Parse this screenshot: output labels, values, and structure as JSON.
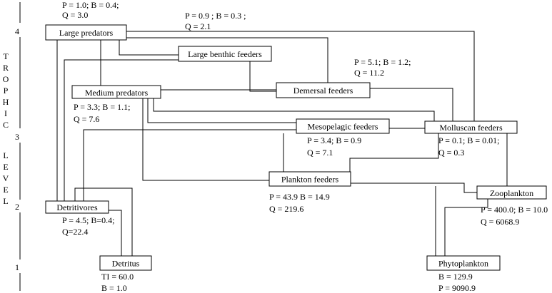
{
  "axis": {
    "title_letters": [
      "T",
      "R",
      "O",
      "P",
      "H",
      "I",
      "C",
      "",
      "L",
      "E",
      "V",
      "E",
      "L"
    ],
    "levels": [
      "4",
      "3",
      "2",
      "1"
    ]
  },
  "nodes": {
    "large_predators": "Large predators",
    "large_benthic_feeders": "Large benthic feeders",
    "medium_predators": "Medium predators",
    "demersal_feeders": "Demersal feeders",
    "mesopelagic_feeders": "Mesopelagic feeders",
    "molluscan_feeders": "Molluscan feeders",
    "plankton_feeders": "Plankton feeders",
    "zooplankton": "Zooplankton",
    "detritivores": "Detritivores",
    "detritus": "Detritus",
    "phytoplankton": "Phytoplankton"
  },
  "stats": {
    "large_predators": [
      "P = 1.0; B = 0.4;",
      "Q = 3.0"
    ],
    "large_benthic_feeders": [
      "P = 0.9 ; B = 0.3 ;",
      "Q = 2.1"
    ],
    "demersal_feeders": [
      "P = 5.1; B = 1.2;",
      "Q = 11.2"
    ],
    "medium_predators": [
      "P = 3.3; B = 1.1;",
      "Q = 7.6"
    ],
    "mesopelagic_feeders": [
      "P = 3.4; B = 0.9",
      "Q = 7.1"
    ],
    "molluscan_feeders": [
      "P = 0.1; B = 0.01;",
      "Q = 0.3"
    ],
    "plankton_feeders": [
      "P = 43.9  B = 14.9",
      "Q = 219.6"
    ],
    "zooplankton": [
      "P = 400.0; B = 10.0",
      "Q = 6068.9"
    ],
    "detritivores": [
      "P = 4.5; B=0.4;",
      "Q=22.4"
    ],
    "detritus": [
      "TI = 60.0",
      "B = 1.0"
    ],
    "phytoplankton": [
      "B = 129.9",
      "P = 9090.9"
    ]
  }
}
